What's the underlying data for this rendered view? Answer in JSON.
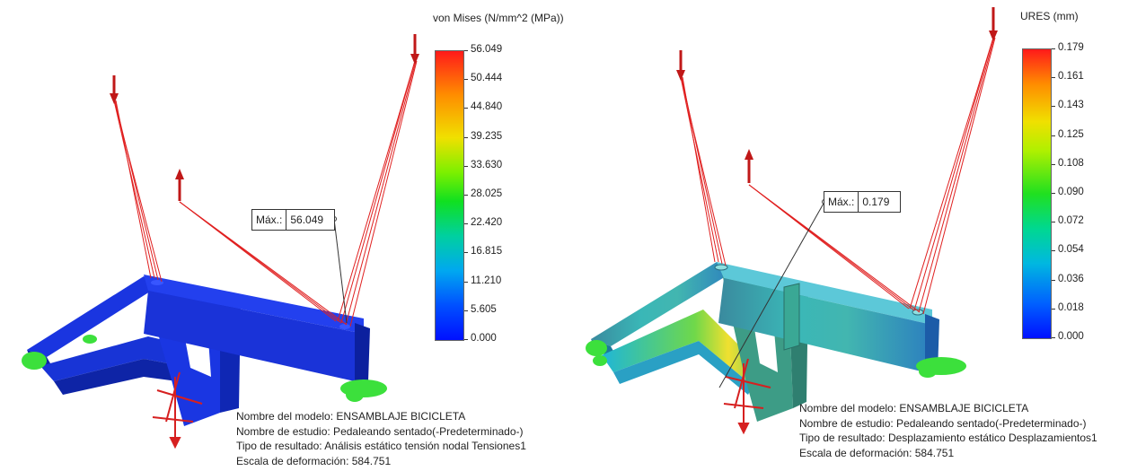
{
  "left": {
    "legend_title": "von Mises (N/mm^2 (MPa))",
    "scale": [
      "56.049",
      "50.444",
      "44.840",
      "39.235",
      "33.630",
      "28.025",
      "22.420",
      "16.815",
      "11.210",
      "5.605",
      "0.000"
    ],
    "max_label": "Máx.:",
    "max_value": "56.049",
    "info": [
      "Nombre del modelo: ENSAMBLAJE BICICLETA",
      "Nombre de estudio: Pedaleando sentado(-Predeterminado-)",
      "Tipo de resultado: Análisis estático tensión nodal Tensiones1",
      "Escala de deformación: 584.751"
    ]
  },
  "right": {
    "legend_title": "URES (mm)",
    "scale": [
      "0.179",
      "0.161",
      "0.143",
      "0.125",
      "0.108",
      "0.090",
      "0.072",
      "0.054",
      "0.036",
      "0.018",
      "0.000"
    ],
    "max_label": "Máx.:",
    "max_value": "0.179",
    "info": [
      "Nombre del modelo: ENSAMBLAJE BICICLETA",
      "Nombre de estudio: Pedaleando sentado(-Predeterminado-)",
      "Tipo de resultado: Desplazamiento estático Desplazamientos1",
      "Escala de deformación: 584.751"
    ]
  },
  "colors": {
    "load": "#d62020",
    "fixture": "#33dd33",
    "frame_blue": "#1530d8",
    "frame_cyan": "#2bb3c8",
    "frame_green": "#37a87a"
  }
}
